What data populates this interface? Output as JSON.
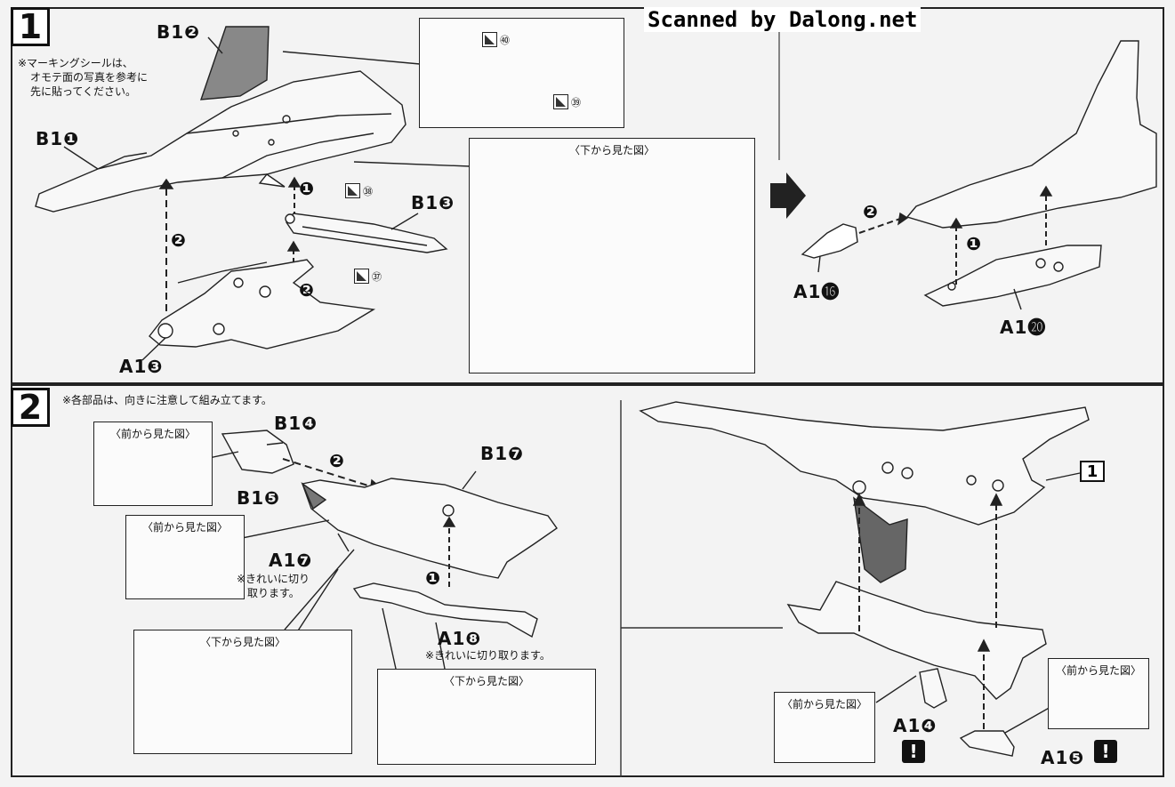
{
  "watermark": "Scanned by Dalong.net",
  "step1": {
    "number": "1",
    "note_lines": [
      "※マーキングシールは、",
      "オモテ面の写真を参考に",
      "先に貼ってください。"
    ],
    "labels": {
      "b1_2": "B1❷",
      "b1_1": "B1❶",
      "b1_3": "B1❸",
      "a1_3": "A1❸",
      "a1_16": "A1⓰",
      "a1_20": "A1⓴"
    },
    "stickers": [
      "㊵",
      "㊴",
      "㊳",
      "㊲"
    ],
    "inset_bottom_view": "〈下から見た図〉",
    "order_marks": [
      "❷",
      "❶",
      "❷",
      "❷",
      "❶"
    ]
  },
  "step2": {
    "number": "2",
    "note": "※各部品は、向きに注意して組み立てます。",
    "labels": {
      "b1_4": "B1❹",
      "b1_5": "B1❺",
      "b1_7": "B1❼",
      "a1_7": "A1❼",
      "a1_8": "A1❽",
      "a1_4": "A1❹",
      "a1_5": "A1❺"
    },
    "cut_note_lines": [
      "※きれいに切り",
      "取ります。"
    ],
    "cut_note_a18": "※きれいに切り取ります。",
    "front_view": "〈前から見た図〉",
    "bottom_view": "〈下から見た図〉",
    "ref_step": "1",
    "warning": "!",
    "order_marks": [
      "❷",
      "❶"
    ]
  }
}
